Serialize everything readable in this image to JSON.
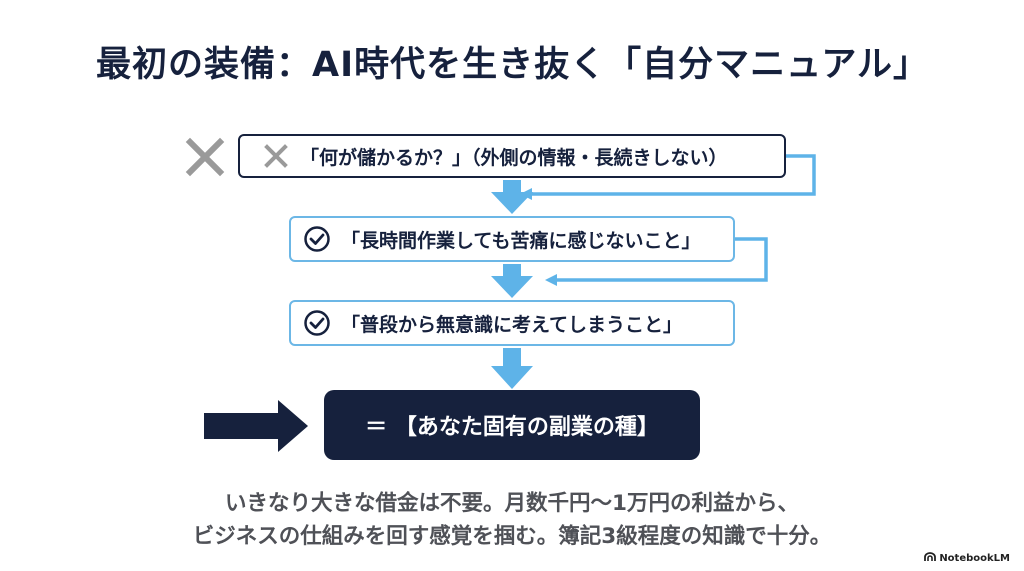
{
  "slide": {
    "title": "最初の装備：AI時代を生き抜く「自分マニュアル」",
    "steps": [
      {
        "icon": "cross-icon",
        "text": "「何が儲かるか？」（外側の情報・長続きしない）"
      },
      {
        "icon": "check-circle-icon",
        "text": "「長時間作業しても苦痛に感じないこと」"
      },
      {
        "icon": "check-circle-icon",
        "text": "「普段から無意識に考えてしまうこと」"
      }
    ],
    "result": "＝ 【あなた固有の副業の種】",
    "footer": {
      "line1": "いきなり大きな借金は不要。月数千円〜1万円の利益から、",
      "line2": "ビジネスの仕組みを回す感覚を掴む。簿記3級程度の知識で十分。"
    },
    "brand": "NotebookLM"
  },
  "colors": {
    "navy": "#16213d",
    "sky": "#5eb3e8",
    "gray_cross": "#9a9a9a"
  }
}
